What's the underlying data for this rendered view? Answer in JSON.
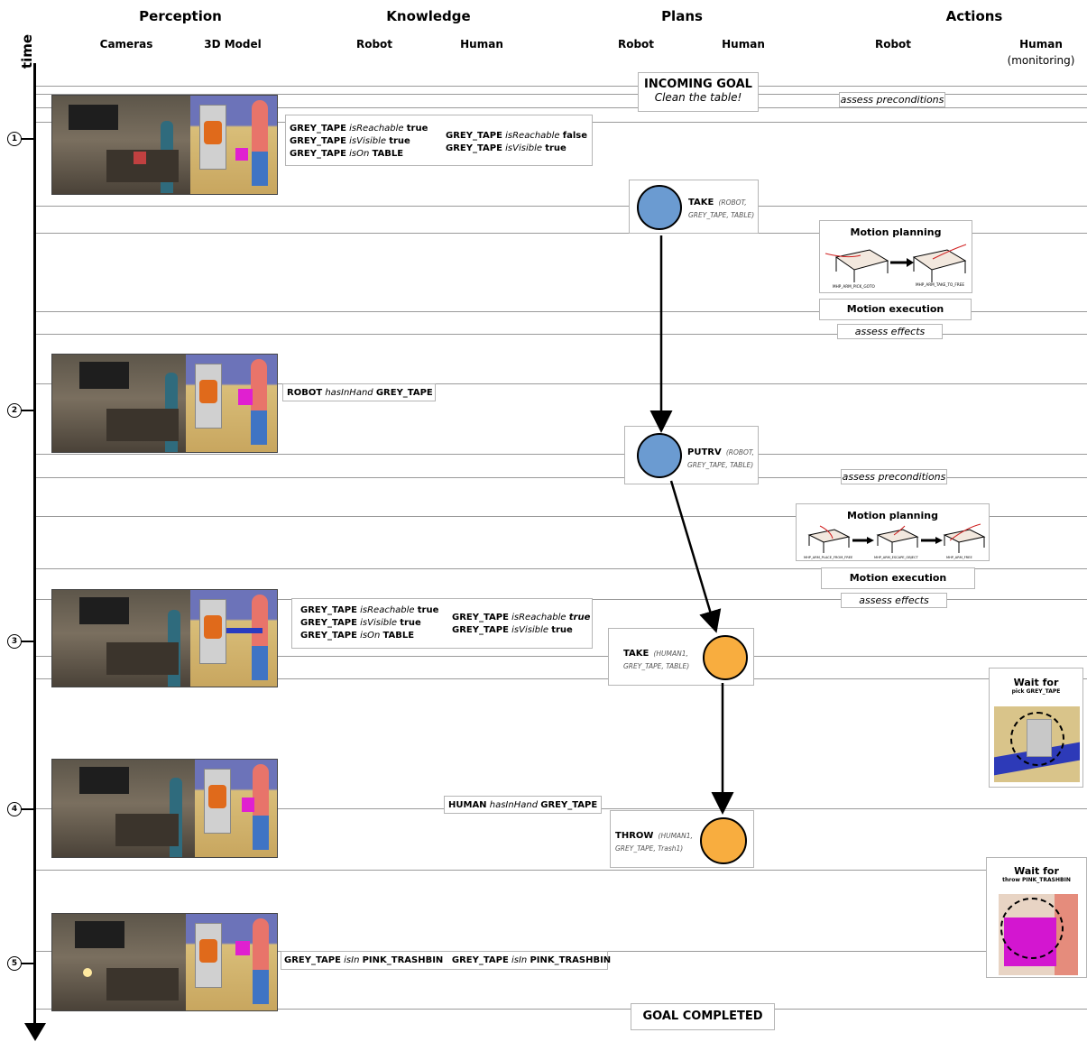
{
  "headers": {
    "perception": "Perception",
    "knowledge": "Knowledge",
    "plans": "Plans",
    "actions": "Actions",
    "cameras": "Cameras",
    "model3d": "3D Model",
    "robot": "Robot",
    "human": "Human",
    "monitoring": "(monitoring)",
    "time": "time"
  },
  "markers": [
    "1",
    "2",
    "3",
    "4",
    "5"
  ],
  "goal": {
    "incoming_title": "INCOMING GOAL",
    "incoming_text": "Clean the table!",
    "completed": "GOAL COMPLETED"
  },
  "actions_col": {
    "assess_preconditions": "assess preconditions",
    "assess_effects": "assess effects",
    "motion_planning": "Motion planning",
    "motion_execution": "Motion execution",
    "mp1_labels": [
      "MHP_ARM_PICK_GOTO",
      "MHP_ARM_TAKE_TO_FREE"
    ],
    "mp2_labels": [
      "MHP_ARM_PLACE_FROM_FREE",
      "MHP_ARM_ESCAPE_OBJECT",
      "MHP_ARM_FREE"
    ],
    "wait_for": "Wait for",
    "wait1_detail": "pick GREY_TAPE",
    "wait2_detail": "throw PINK_TRASHBIN"
  },
  "knowledge": {
    "s1_robot": [
      {
        "subj": "GREY_TAPE",
        "pred": "isReachable",
        "obj": "true"
      },
      {
        "subj": "GREY_TAPE",
        "pred": "isVisible",
        "obj": "true"
      },
      {
        "subj": "GREY_TAPE",
        "pred": "isOn",
        "obj": "TABLE"
      }
    ],
    "s1_human": [
      {
        "subj": "GREY_TAPE",
        "pred": "isReachable",
        "obj": "false"
      },
      {
        "subj": "GREY_TAPE",
        "pred": "isVisible",
        "obj": "true"
      }
    ],
    "s2_robot": {
      "subj": "ROBOT",
      "pred": "hasInHand",
      "obj": "GREY_TAPE"
    },
    "s3_robot": [
      {
        "subj": "GREY_TAPE",
        "pred": "isReachable",
        "obj": "true"
      },
      {
        "subj": "GREY_TAPE",
        "pred": "isVisible",
        "obj": "true"
      },
      {
        "subj": "GREY_TAPE",
        "pred": "isOn",
        "obj": "TABLE"
      }
    ],
    "s3_human": [
      {
        "subj": "GREY_TAPE",
        "pred": "isReachable",
        "obj": "true"
      },
      {
        "subj": "GREY_TAPE",
        "pred": "isVisible",
        "obj": "true"
      }
    ],
    "s4_human": {
      "subj": "HUMAN",
      "pred": "hasInHand",
      "obj": "GREY_TAPE"
    },
    "s5_robot": {
      "subj": "GREY_TAPE",
      "pred": "isIn",
      "obj": "PINK_TRASHBIN"
    },
    "s5_human": {
      "subj": "GREY_TAPE",
      "pred": "isIn",
      "obj": "PINK_TRASHBIN"
    }
  },
  "plans": [
    {
      "name": "TAKE",
      "args1": "(ROBOT,",
      "args2": "GREY_TAPE, TABLE)",
      "color": "#6b9bd1"
    },
    {
      "name": "PUTRV",
      "args1": "(ROBOT,",
      "args2": "GREY_TAPE, TABLE)",
      "color": "#6b9bd1"
    },
    {
      "name": "TAKE",
      "args1": "(HUMAN1,",
      "args2": "GREY_TAPE, TABLE)",
      "color": "#f8ad3f"
    },
    {
      "name": "THROW",
      "args1": "(HUMAN1,",
      "args2": "GREY_TAPE, Trash1)",
      "color": "#f8ad3f"
    }
  ]
}
